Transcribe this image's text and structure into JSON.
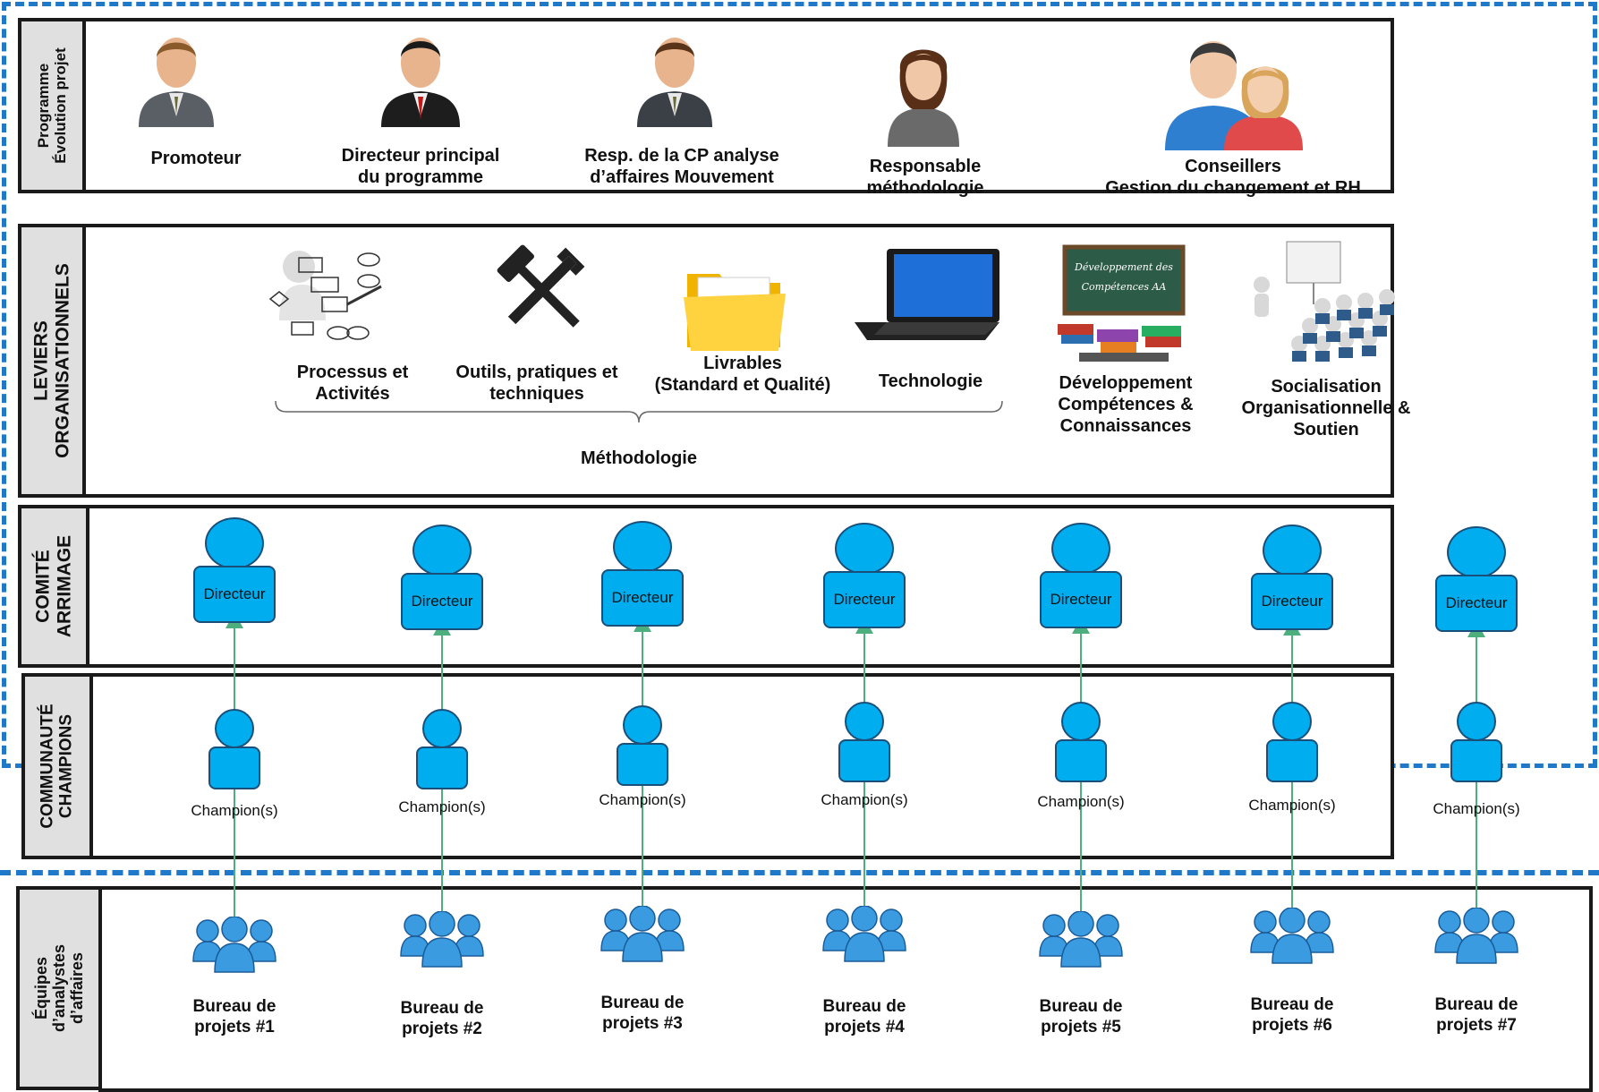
{
  "rows": {
    "programme": {
      "label_line1": "Programme",
      "label_line2": "Évolution projet"
    },
    "leviers": {
      "label_line1": "LEVIERS",
      "label_line2": "ORGANISATIONNELS"
    },
    "comite": {
      "label_line1": "COMITÉ",
      "label_line2": "ARRIMAGE"
    },
    "communaute": {
      "label_line1": "COMMUNAUTÉ",
      "label_line2": "CHAMPIONS"
    },
    "equipes": {
      "label_line1": "Équipes",
      "label_line2": "d’analystes",
      "label_line3": "d’affaires"
    }
  },
  "programme": [
    {
      "line1": "Promoteur",
      "line2": "",
      "icon": "man-suit-icon"
    },
    {
      "line1": "Directeur principal",
      "line2": "du programme",
      "icon": "man-red-tie-icon"
    },
    {
      "line1": "Resp. de la CP analyse",
      "line2": "d’affaires Mouvement",
      "icon": "man-suit-icon"
    },
    {
      "line1": "Responsable",
      "line2": "méthodologie",
      "icon": "woman-icon"
    },
    {
      "line1": "Conseillers",
      "line2": "Gestion du changement et RH",
      "icon": "couple-icon"
    }
  ],
  "leviers": [
    {
      "line1": "Processus et",
      "line2": "Activités",
      "icon": "flowchart-icon"
    },
    {
      "line1": "Outils, pratiques et",
      "line2": "techniques",
      "icon": "tools-icon"
    },
    {
      "line1": "Livrables",
      "line2": "(Standard et Qualité)",
      "icon": "folder-icon"
    },
    {
      "line1": "Technologie",
      "line2": "",
      "icon": "laptop-icon"
    },
    {
      "line1": "Développement",
      "line2": "Compétences &",
      "line3": "Connaissances",
      "icon": "chalkboard-icon"
    },
    {
      "line1": "Socialisation",
      "line2": "Organisationnelle &",
      "line3": "Soutien",
      "icon": "audience-icon"
    }
  ],
  "chalkboard_text": {
    "line1": "Développement des",
    "line2": "Compétences AA"
  },
  "methodologie_label": "Méthodologie",
  "directeur_label": "Directeur",
  "champion_label": "Champion(s)",
  "bureaux": [
    {
      "line1": "Bureau de",
      "line2": "projets #1"
    },
    {
      "line1": "Bureau de",
      "line2": "projets #2"
    },
    {
      "line1": "Bureau de",
      "line2": "projets #3"
    },
    {
      "line1": "Bureau de",
      "line2": "projets #4"
    },
    {
      "line1": "Bureau de",
      "line2": "projets #5"
    },
    {
      "line1": "Bureau de",
      "line2": "projets #6"
    },
    {
      "line1": "Bureau de",
      "line2": "projets #7"
    }
  ],
  "colors": {
    "dash_border": "#1f78c8",
    "person_fill": "#00aeef",
    "arrow": "#4caf7d",
    "team_icon": "#3a9be0"
  }
}
